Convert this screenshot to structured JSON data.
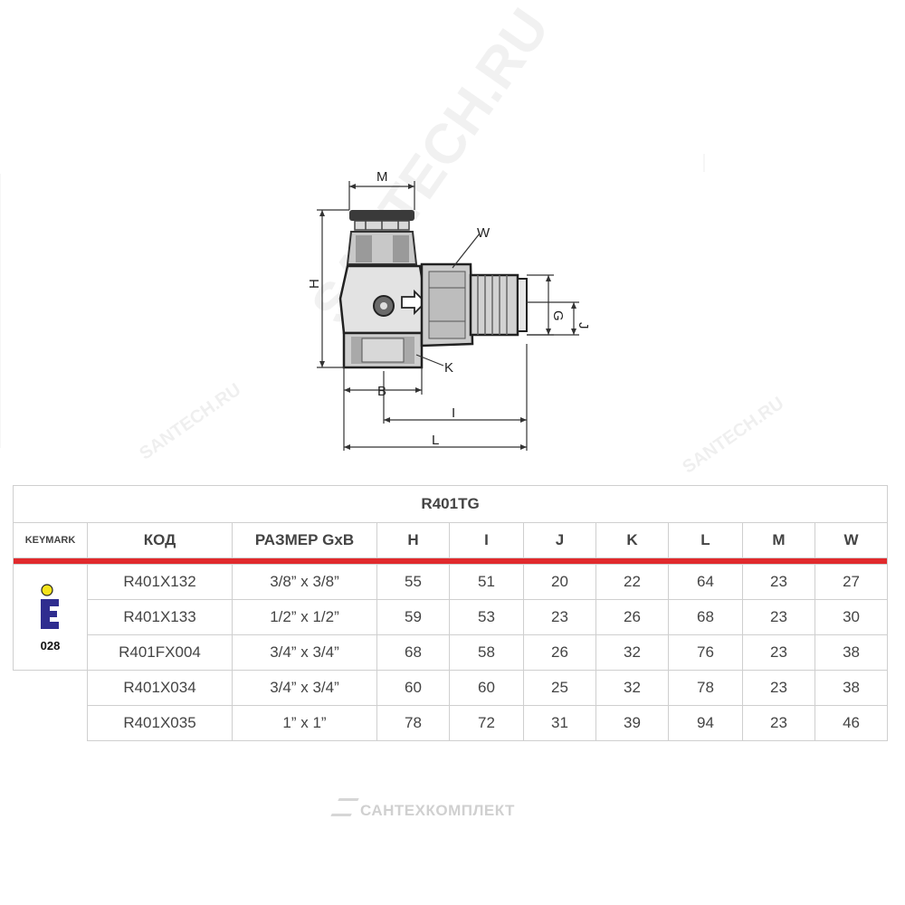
{
  "watermarks": {
    "diagonal_big": "SANTECH.RU",
    "diagonal_small_left": "SANTECH.RU",
    "diagonal_small_right": "SANTECH.RU",
    "bottom": "САНТЕХКОМПЛЕКТ"
  },
  "diagram": {
    "labels": {
      "M": "M",
      "H": "H",
      "W": "W",
      "G": "G",
      "J": "J",
      "K": "K",
      "B": "B",
      "I": "I",
      "L": "L"
    }
  },
  "table": {
    "title": "R401TG",
    "headers": [
      "KEYMARK",
      "КОД",
      "РАЗМЕР GxB",
      "H",
      "I",
      "J",
      "K",
      "L",
      "M",
      "W"
    ],
    "keymark_number": "028",
    "rows": [
      [
        "R401X132",
        "3/8” x 3/8”",
        "55",
        "51",
        "20",
        "22",
        "64",
        "23",
        "27"
      ],
      [
        "R401X133",
        "1/2” x 1/2”",
        "59",
        "53",
        "23",
        "26",
        "68",
        "23",
        "30"
      ],
      [
        "R401FX004",
        "3/4” x 3/4”",
        "68",
        "58",
        "26",
        "32",
        "76",
        "23",
        "38"
      ],
      [
        "R401X034",
        "3/4” x 3/4”",
        "60",
        "60",
        "25",
        "32",
        "78",
        "23",
        "38"
      ],
      [
        "R401X035",
        "1” x 1”",
        "78",
        "72",
        "31",
        "39",
        "94",
        "23",
        "46"
      ]
    ]
  },
  "colors": {
    "title_red": "#d8282c",
    "band_red": "#e12a2d",
    "keymark_blue": "#2f2d8f",
    "keymark_yellow": "#f5e31a"
  }
}
